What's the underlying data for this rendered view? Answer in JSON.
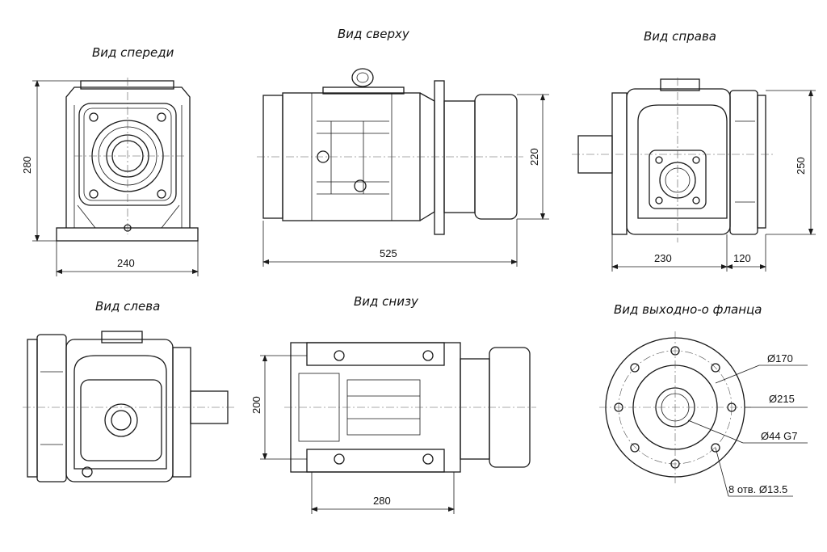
{
  "views": {
    "front": {
      "title": "Вид спереди",
      "dims": {
        "height": "280",
        "width": "240"
      }
    },
    "top": {
      "title": "Вид сверху",
      "dims": {
        "height": "220",
        "length": "525"
      }
    },
    "right": {
      "title": "Вид справа",
      "dims": {
        "height": "250",
        "width": "230",
        "offset": "120"
      }
    },
    "left": {
      "title": "Вид слева"
    },
    "bottom": {
      "title": "Вид снизу",
      "dims": {
        "height": "200",
        "width": "280"
      }
    },
    "flange": {
      "title": "Вид выходно-о фланца",
      "dims": {
        "d1": "Ø170",
        "d2": "Ø215",
        "d3": "Ø44 G7",
        "holes": "8 отв. Ø13.5"
      }
    }
  }
}
